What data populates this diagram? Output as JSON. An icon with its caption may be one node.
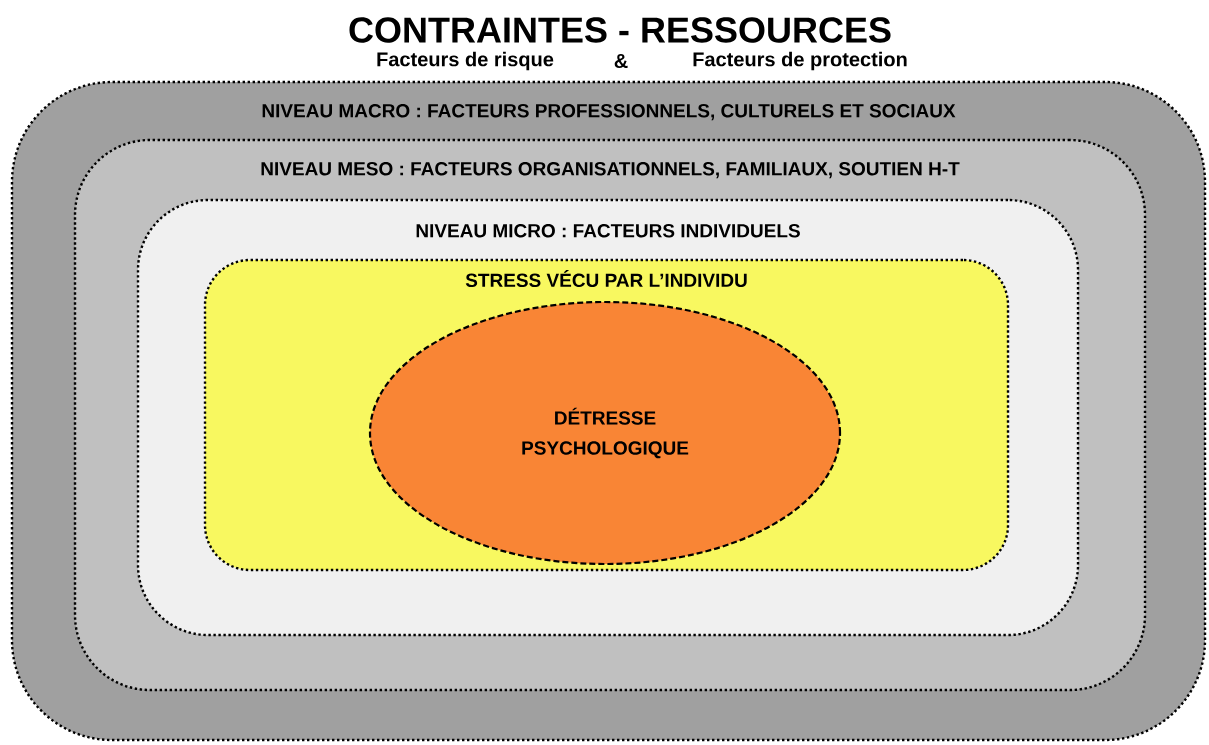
{
  "diagram": {
    "title": "CONTRAINTES - RESSOURCES",
    "nodes": [
      {
        "text": [
          "NIVEAU MACRO : FACTEURS PROFESSIONNELS, CULTURELS ET SOCIAUX"
        ]
      },
      {
        "text": [
          "NIVEAU MESO : FACTEURS ORGANISATIONNELS, FAMILIAUX, SOUTIEN H-T"
        ],
        "in": 0
      },
      {
        "text": [
          "NIVEAU MICRO : FACTEURS INDIVIDUELS"
        ],
        "in": 1
      },
      {
        "text": [
          "STRESS VÉCU PAR L’INDIVIDU"
        ],
        "in": 2
      },
      {
        "text": [
          "DÉTRESSE PSYCHOLOGIQUE"
        ],
        "in": 3
      }
    ],
    "labels": [
      "Facteurs de risque",
      "&",
      "Facteurs de protection"
    ]
  }
}
